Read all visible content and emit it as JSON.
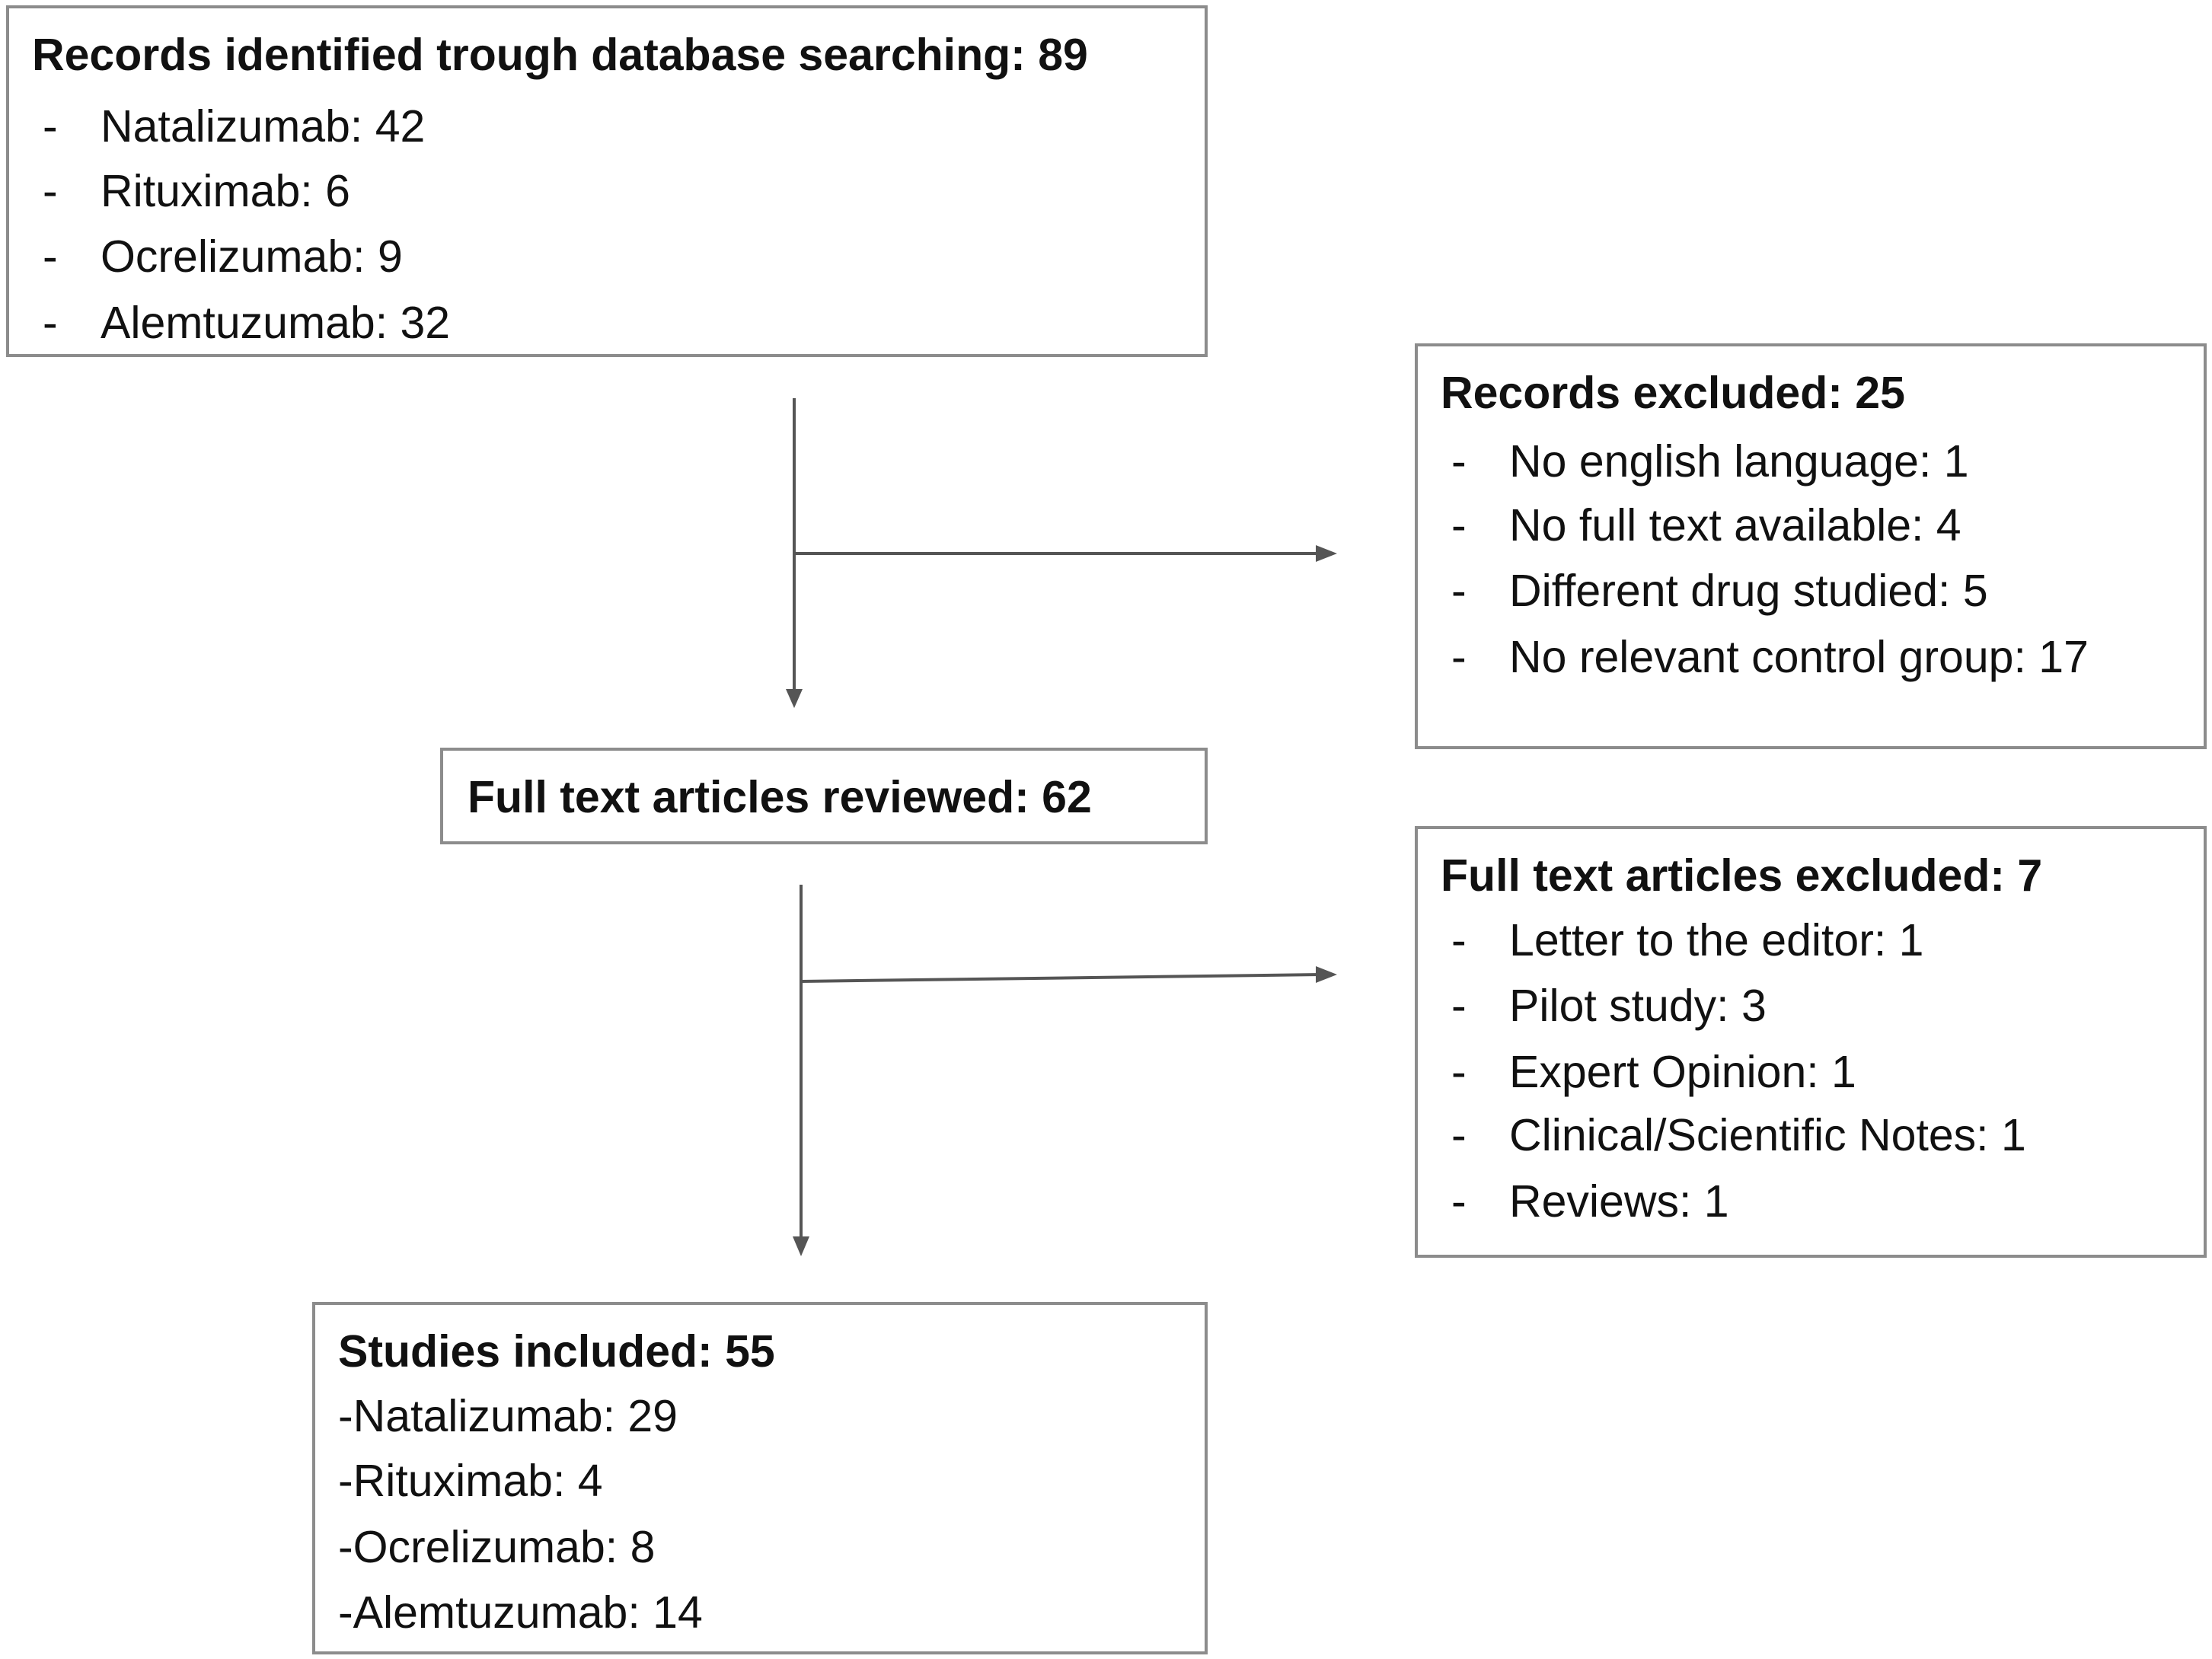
{
  "identified": {
    "title": "Records identified trough database searching: 89",
    "items": [
      {
        "dash": "-",
        "text": "Natalizumab: 42"
      },
      {
        "dash": "-",
        "text": "Rituximab: 6"
      },
      {
        "dash": "-",
        "text": "Ocrelizumab:  9"
      },
      {
        "dash": "-",
        "text": "Alemtuzumab: 32"
      }
    ]
  },
  "records_excluded": {
    "title": "Records excluded: 25",
    "items": [
      {
        "dash": "-",
        "text": "No english language: 1"
      },
      {
        "dash": "-",
        "text": "No full text available: 4"
      },
      {
        "dash": "-",
        "text": "Different drug studied: 5"
      },
      {
        "dash": "-",
        "text": "No relevant control group: 17"
      }
    ]
  },
  "reviewed": {
    "title": "Full text articles reviewed: 62"
  },
  "fulltext_excluded": {
    "title": "Full text articles excluded: 7",
    "items": [
      {
        "dash": "-",
        "text": "Letter to the editor: 1"
      },
      {
        "dash": "-",
        "text": "Pilot study: 3"
      },
      {
        "dash": "-",
        "text": "Expert Opinion: 1"
      },
      {
        "dash": "-",
        "text": "Clinical/Scientific Notes: 1"
      },
      {
        "dash": "-",
        "text": "Reviews: 1"
      }
    ]
  },
  "included": {
    "title": "Studies included: 55",
    "items": [
      "-Natalizumab: 29",
      "-Rituximab: 4",
      "-Ocrelizumab:  8",
      "-Alemtuzumab: 14"
    ]
  },
  "colors": {
    "border": "#8c8c8c",
    "line": "#555555",
    "text": "#111111"
  }
}
